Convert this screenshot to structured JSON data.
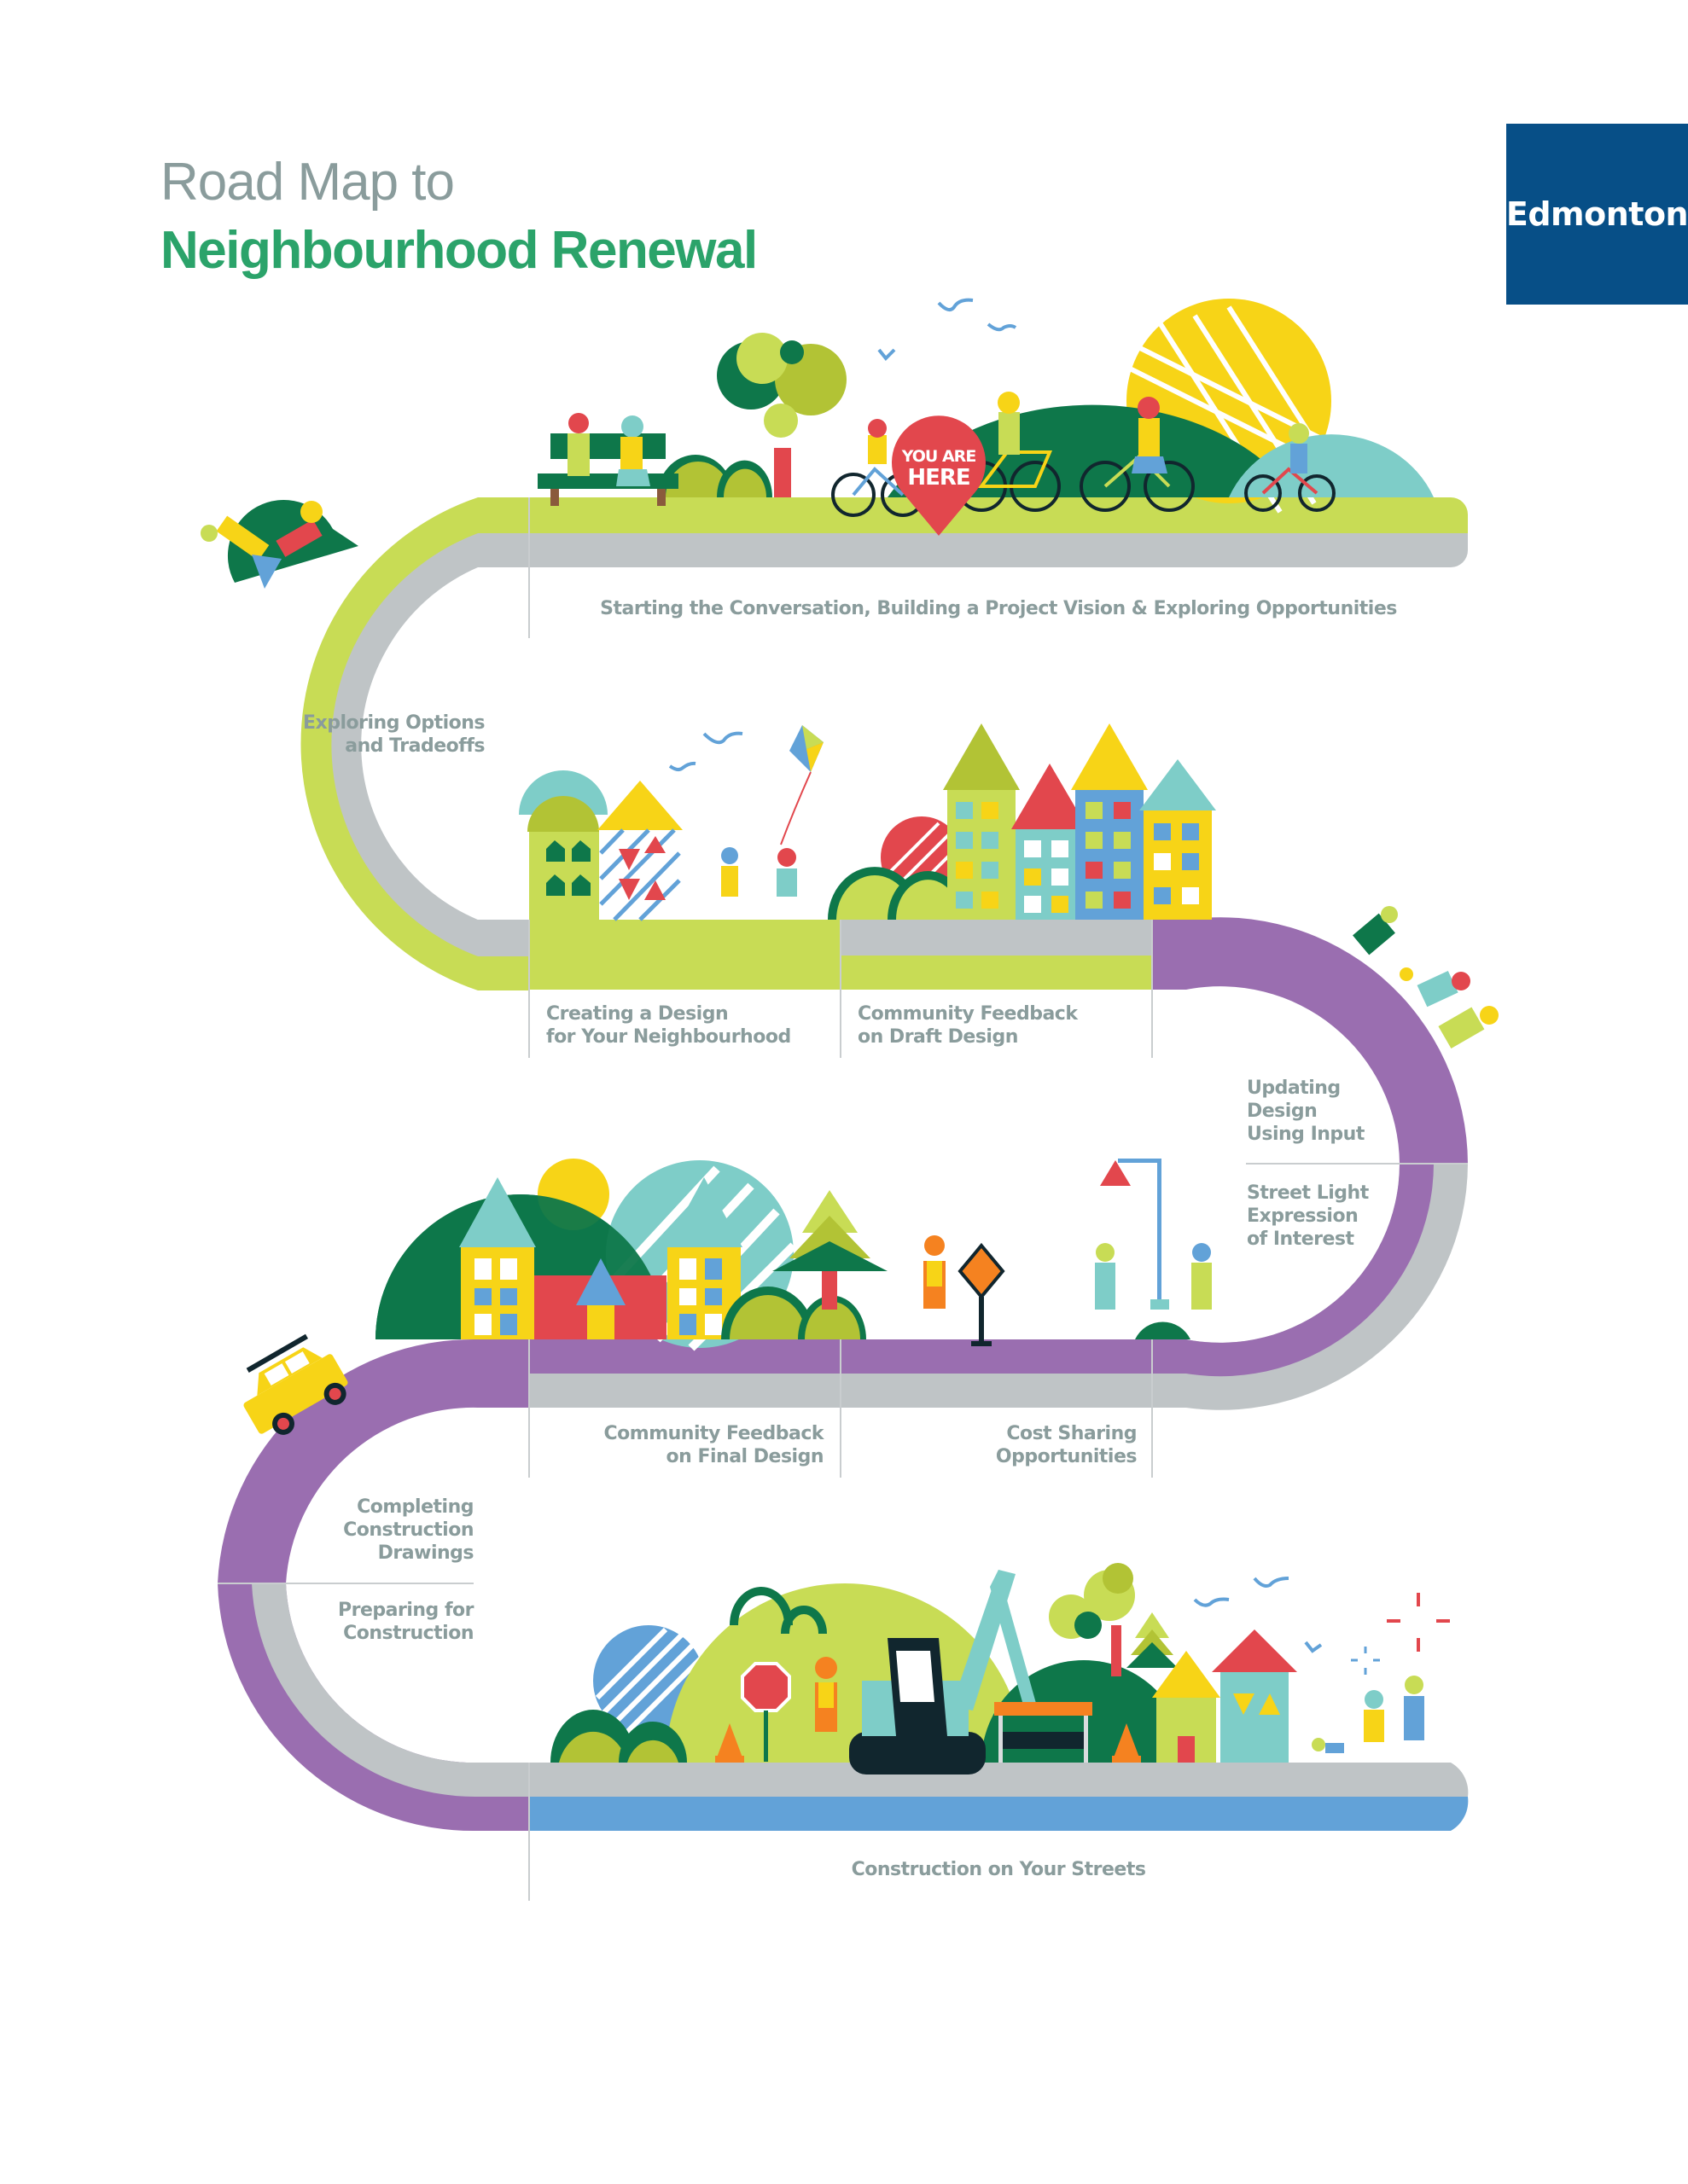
{
  "header": {
    "title_line1": "Road Map to",
    "title_line2": "Neighbourhood Renewal",
    "logo_text": "Edmonton"
  },
  "marker": {
    "line1": "YOU ARE",
    "line2": "HERE"
  },
  "stages": [
    {
      "id": "stage-1",
      "label": "Starting the Conversation, Building a Project Vision & Exploring Opportunities",
      "road_color": "#c8dc55"
    },
    {
      "id": "stage-2",
      "label_line1": "Exploring Options",
      "label_line2": "and Tradeoffs",
      "road_color": "#c8dc55"
    },
    {
      "id": "stage-3",
      "label_line1": "Creating a Design",
      "label_line2": "for Your Neighbourhood",
      "road_color": "#c8dc55"
    },
    {
      "id": "stage-4",
      "label_line1": "Community Feedback",
      "label_line2": "on Draft Design",
      "road_color": "#c8dc55"
    },
    {
      "id": "stage-5",
      "label_line1": "Updating",
      "label_line2": "Design",
      "label_line3": "Using Input",
      "road_color": "#9a6eb0"
    },
    {
      "id": "stage-6",
      "label_line1": "Street Light",
      "label_line2": "Expression",
      "label_line3": "of Interest",
      "road_color": "#9a6eb0"
    },
    {
      "id": "stage-7",
      "label_line1": "Cost Sharing",
      "label_line2": "Opportunities",
      "road_color": "#9a6eb0"
    },
    {
      "id": "stage-8",
      "label_line1": "Community Feedback",
      "label_line2": "on Final Design",
      "road_color": "#9a6eb0"
    },
    {
      "id": "stage-9",
      "label_line1": "Completing",
      "label_line2": "Construction",
      "label_line3": "Drawings",
      "road_color": "#9a6eb0"
    },
    {
      "id": "stage-10",
      "label_line1": "Preparing for",
      "label_line2": "Construction",
      "road_color": "#9a6eb0"
    },
    {
      "id": "stage-11",
      "label": "Construction on Your Streets",
      "road_color": "#62a2d8"
    }
  ],
  "colors": {
    "title_grey": "#8a9c9c",
    "title_green": "#2ba36a",
    "logo_blue": "#074f87",
    "road_green": "#c8dc55",
    "road_purple": "#9a6eb0",
    "road_blue": "#62a2d8",
    "road_grey": "#bfc4c6",
    "marker_red": "#e2474d",
    "dark_green": "#0e774a"
  }
}
